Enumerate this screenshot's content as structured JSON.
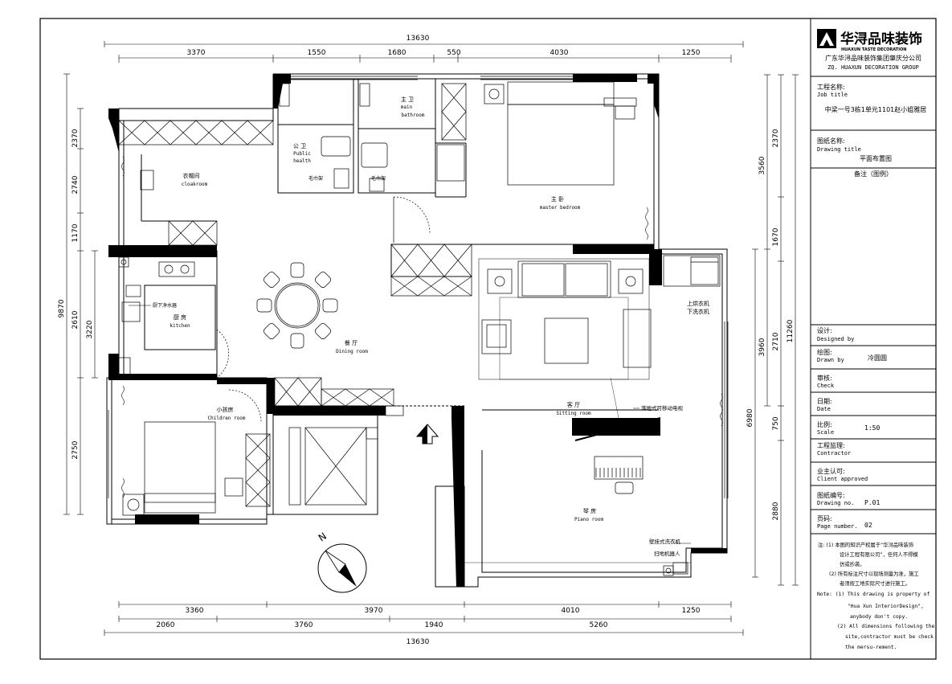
{
  "brand": {
    "name_cn": "华浔品味装饰",
    "name_en": "HUAXUN TASTE DECORATION",
    "company_cn": "广东华浔品味装饰集团肇庆分公司",
    "company_en": "ZQ. HUAXUN  DECORATION  GROUP"
  },
  "title_block": {
    "job_label_cn": "工程名称:",
    "job_label_en": "Job title",
    "job_value": "中梁一号3栋1单元1101赵小姐雅居",
    "drawing_label_cn": "图纸名称:",
    "drawing_label_en": "Drawing title",
    "drawing_value": "平面布置图",
    "notes_header": "备注（图例）",
    "designed_cn": "设计:",
    "designed_en": "Designed by",
    "drawn_cn": "绘图:",
    "drawn_en": "Drawn by",
    "drawn_value": "冷圆圆",
    "check_cn": "审核:",
    "check_en": "Check",
    "date_cn": "日期:",
    "date_en": "Date",
    "scale_cn": "比例:",
    "scale_en": "Scale",
    "scale_value": "1:50",
    "contractor_cn": "工程监理:",
    "contractor_en": "Contractor",
    "client_cn": "业主认可:",
    "client_en": "Client approved",
    "drawing_no_cn": "图纸编号:",
    "drawing_no_en": "Drawing no.",
    "drawing_no_value": "P.01",
    "page_cn": "页码:",
    "page_en": "Page number.",
    "page_value": "02",
    "note_cn_1a": "注: (1) 本图的知识产权属于“华浔品味装饰",
    "note_cn_1b": "设计工程有限公司”，任何人不得模",
    "note_cn_1c": "仿或抄袭。",
    "note_cn_2a": "(2) 所有标注尺寸以现场测量为准，施工",
    "note_cn_2b": "者须按工地实际尺寸进行施工。",
    "note_en_1a": "Note:  (1) This drawing is property of",
    "note_en_1b": "\"Hua Xun InteriorDesign\",",
    "note_en_1c": "anybody don't copy.",
    "note_en_2a": "(2) All dimensions following the",
    "note_en_2b": "site,contractor must be check",
    "note_en_2c": "the mersu-rement."
  },
  "dimensions": {
    "top_total": "13630",
    "top": [
      "3370",
      "1550",
      "1680",
      "550",
      "4030",
      "1250"
    ],
    "bottom_row1": [
      "3360",
      "3970",
      "4010",
      "1250"
    ],
    "bottom_row2": [
      "2060",
      "3760",
      "1940",
      "5260"
    ],
    "bottom_total": "13630",
    "left_outer": "9870",
    "left_a": [
      "2370",
      "2740",
      "1170",
      "2610",
      "2750"
    ],
    "left_b": "3220",
    "right_a": [
      "2370",
      "1670",
      "2710",
      "750",
      "2880"
    ],
    "right_b": [
      "3560",
      "3960"
    ],
    "right_c": "6980",
    "right_outer": "11260"
  },
  "rooms": {
    "cloakroom_cn": "衣帽间",
    "cloakroom_en": "cloakroom",
    "public_cn": "公 卫",
    "public_en1": "Public",
    "public_en2": "health",
    "main_bath_cn": "主 卫",
    "main_bath_en1": "main",
    "main_bath_en2": "bathroom",
    "master_cn": "主 卧",
    "master_en": "master bedroom",
    "kitchen_cn": "厨 房",
    "kitchen_en": "kitchen",
    "dining_cn": "餐 厅",
    "dining_en": "Dining room",
    "children_cn": "小孩房",
    "children_en": "Children room",
    "sitting_cn": "客 厅",
    "sitting_en": "Sitting room",
    "piano_cn": "琴 房",
    "piano_en": "Piano room"
  },
  "annotations": {
    "towel_rack_1": "毛巾架",
    "towel_rack_2": "毛巾架",
    "water_purifier": "厨下净水器",
    "dryer_1": "上烘衣机",
    "dryer_2": "下洗衣机",
    "tv": "落地式可移动电视",
    "wall_washer": "壁挂式洗衣机",
    "robot": "扫地机器人",
    "north": "N"
  }
}
